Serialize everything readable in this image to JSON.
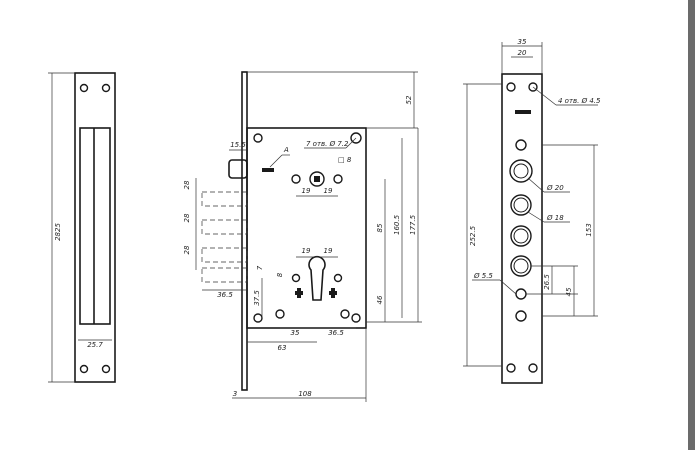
{
  "front_view": {
    "height_dim": "2825",
    "width_dim": "25.7"
  },
  "side_view": {
    "dims": {
      "top_offset": "52",
      "total_height": "177.5",
      "hole_span": "160.5",
      "axis_dist": "85",
      "cyl_lower": "46",
      "backset_left": "37.5",
      "bolt_depth": "36.5",
      "bolt_pitch_1": "28",
      "bolt_pitch_2": "28",
      "bolt_pitch_3": "28",
      "spindle_offset": "19",
      "spindle_offset_b": "19",
      "cyl_offset": "19",
      "cyl_offset_b": "19",
      "square_size": "□ 8",
      "screw_x1": "35",
      "screw_x2": "36.5",
      "backset": "63",
      "plate_thickness": "3",
      "case_width": "108",
      "latch_offset": "15.5",
      "detail_ref": "A",
      "hole_note": "7 отв. Ø 7.2",
      "cyl_height": "8",
      "cyl_small": "7"
    }
  },
  "faceplate_view": {
    "dims": {
      "width": "35",
      "hole_spacing": "20",
      "hole_note": "4 отв. Ø 4.5",
      "length": "252.5",
      "bolt_span": "153",
      "dia_20": "Ø 20",
      "dia_18": "Ø 18",
      "dia_55": "Ø 5.5",
      "dist_265": "26.5",
      "dist_45": "45"
    }
  }
}
